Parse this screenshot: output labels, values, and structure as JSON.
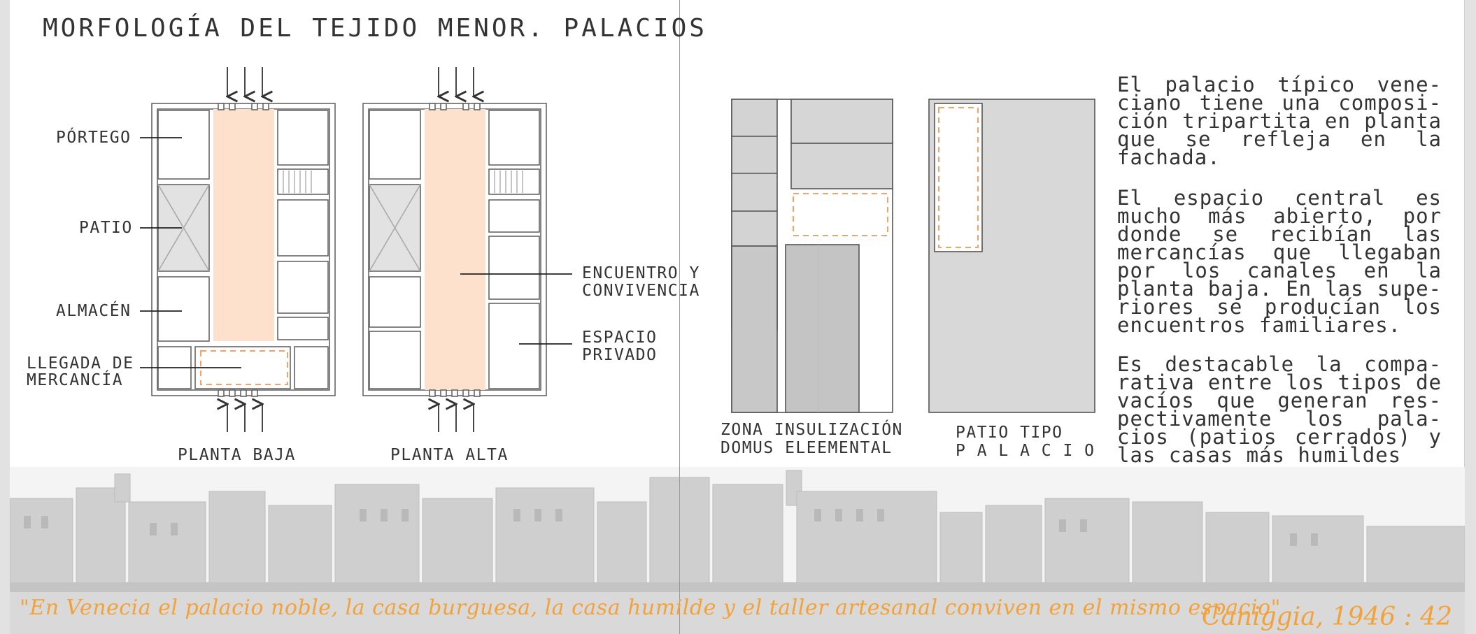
{
  "title": "MORFOLOGÍA DEL TEJIDO MENOR. PALACIOS",
  "plans": {
    "labels": {
      "portego": "PÓRTEGO",
      "patio": "PATIO",
      "almacen": "ALMACÉN",
      "llegada_1": "LLEGADA DE",
      "llegada_2": "MERCANCÍA",
      "encuentro_1": "ENCUENTRO  Y",
      "encuentro_2": "CONVIVENCIA",
      "privado_1": "ESPACIO",
      "privado_2": "PRIVADO"
    },
    "planta_baja": "PLANTA BAJA",
    "planta_alta": "PLANTA ALTA"
  },
  "comparison": {
    "zona_1": "ZONA INSULIZACIÓN",
    "zona_2": "DOMUS  ELEEMENTAL",
    "patio_1": "PATIO TIPO",
    "patio_2": "P A L A C I O"
  },
  "text": {
    "p1": "El palacio típico vene-ciano tiene una composi-ción tripartita en planta que se refleja en la fachada.",
    "p2": "El espacio central es mucho más abierto, por donde se recibían las mercancías que llegaban por los canales en la planta baja. En las supe-riores se producían los encuentros familiares.",
    "p3": "Es destacable la compa-rativa entre los tipos de vacíos que generan res-pectivamente los pala-cios (patios cerrados) y las casas más humildes"
  },
  "quote": "\"En Venecia el palacio noble, la casa burguesa, la casa humilde y el taller artesanal conviven en el mismo espacio\"",
  "citation": "Caniggia, 1946 : 42",
  "colors": {
    "central_fill": "#fde1cc",
    "accent_orange": "#f2a23a",
    "dashed_orange": "#f5a268",
    "patio_gray": "#e2e2e2",
    "block_gray": "#c8c8c8"
  }
}
